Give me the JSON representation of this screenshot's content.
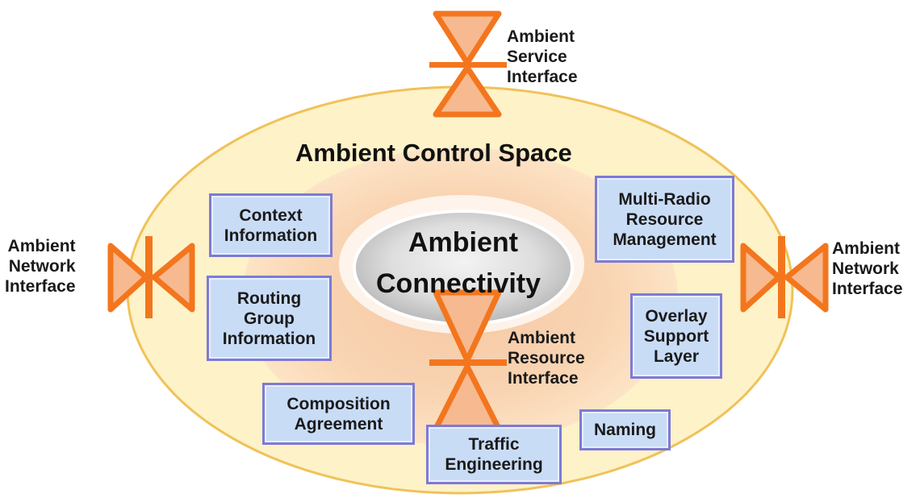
{
  "title": "Ambient Control Space",
  "center": {
    "line1": "Ambient",
    "line2": "Connectivity"
  },
  "interfaces": {
    "service": [
      "Ambient",
      "Service",
      "Interface"
    ],
    "network_left": [
      "Ambient",
      "Network",
      "Interface"
    ],
    "network_right": [
      "Ambient",
      "Network",
      "Interface"
    ],
    "resource": [
      "Ambient",
      "Resource",
      "Interface"
    ]
  },
  "functions": {
    "context": [
      "Context",
      "Information"
    ],
    "routing": [
      "Routing",
      "Group",
      "Information"
    ],
    "composition": [
      "Composition",
      "Agreement"
    ],
    "traffic": [
      "Traffic",
      "Engineering"
    ],
    "naming": [
      "Naming"
    ],
    "multiradio": [
      "Multi-Radio",
      "Resource",
      "Management"
    ],
    "overlay": [
      "Overlay",
      "Support",
      "Layer"
    ]
  },
  "colors": {
    "outer_fill": "#fef2c8",
    "outer_stroke": "#f0c25a",
    "middle_fill": "#f9d7b2",
    "inner_fill": "#d9d9d9",
    "connector": "#f3761e",
    "box_fill": "#c9dcf6",
    "box_border": "#7d7ad6"
  }
}
